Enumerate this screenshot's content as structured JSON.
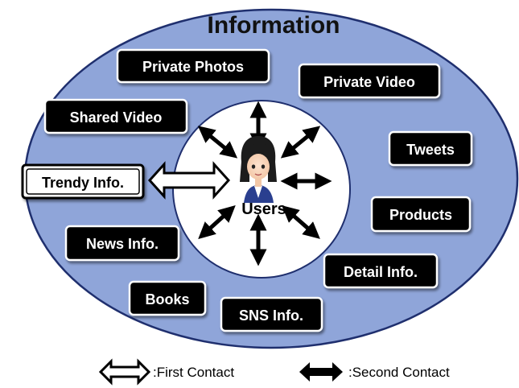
{
  "title": "Information",
  "center": {
    "label": "Users"
  },
  "nodes": {
    "private_photos": "Private Photos",
    "private_video": "Private Video",
    "shared_video": "Shared Video",
    "tweets": "Tweets",
    "trendy_info": "Trendy Info.",
    "products": "Products",
    "news_info": "News Info.",
    "detail_info": "Detail Info.",
    "books": "Books",
    "sns_info": "SNS Info."
  },
  "legend": {
    "first_contact": ":First Contact",
    "second_contact": ":Second Contact"
  },
  "colors": {
    "outer_ellipse": "#8fa5d9",
    "outer_stroke": "#1f2f6e",
    "box_fill": "#000000",
    "highlight_box_fill": "#ffffff"
  }
}
